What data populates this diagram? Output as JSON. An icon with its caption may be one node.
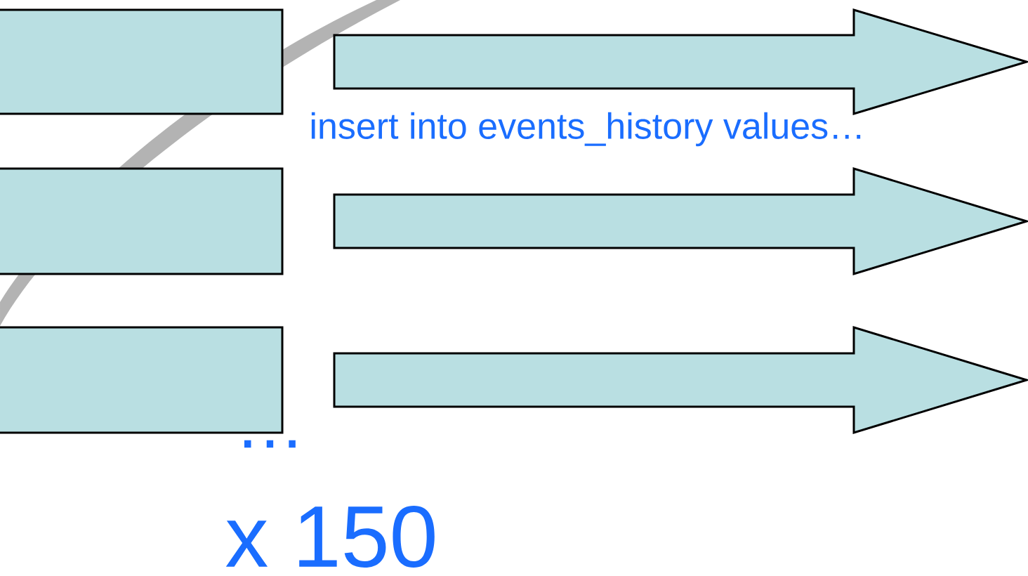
{
  "diagram": {
    "nodes": [
      {
        "text": [],
        "shape": "box"
      },
      {
        "text": [],
        "shape": "box"
      },
      {
        "text": [],
        "shape": "box"
      }
    ],
    "labels": [
      "insert into events_history  values…",
      "…",
      "x 150"
    ]
  }
}
